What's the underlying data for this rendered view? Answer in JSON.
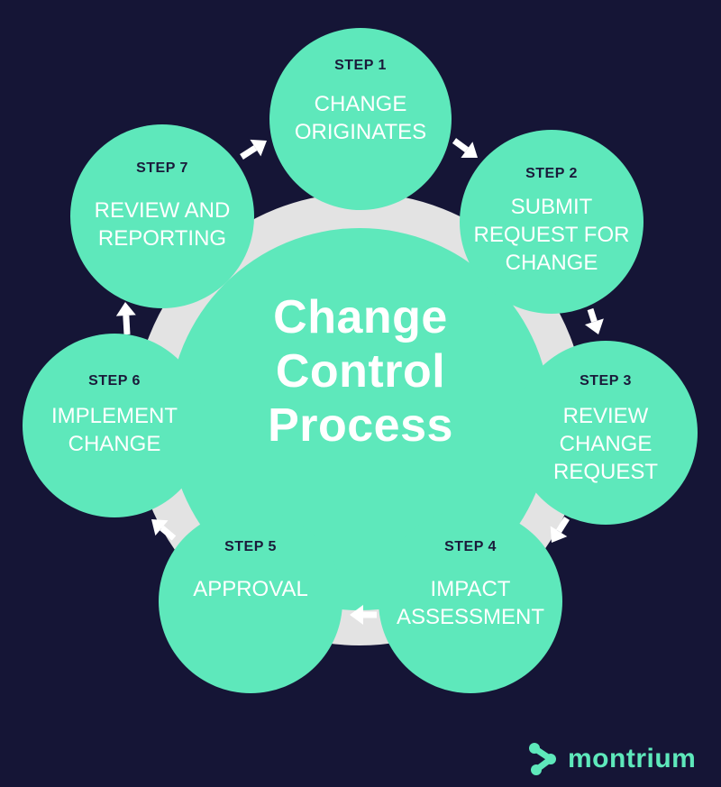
{
  "colors": {
    "background": "#151536",
    "circle": "#5ee8bb",
    "ring": "#e3e3e3",
    "arrow": "#ffffff",
    "step_label": "#1a1a3a",
    "text": "#ffffff"
  },
  "diagram": {
    "title": "Change\nControl\nProcess",
    "steps": [
      {
        "label": "STEP 1",
        "title": "CHANGE\nORIGINATES"
      },
      {
        "label": "STEP 2",
        "title": "SUBMIT\nREQUEST FOR\nCHANGE"
      },
      {
        "label": "STEP 3",
        "title": "REVIEW\nCHANGE\nREQUEST"
      },
      {
        "label": "STEP 4",
        "title": "IMPACT\nASSESSMENT"
      },
      {
        "label": "STEP 5",
        "title": "APPROVAL"
      },
      {
        "label": "STEP 6",
        "title": "IMPLEMENT\nCHANGE"
      },
      {
        "label": "STEP 7",
        "title": "REVIEW AND\nREPORTING"
      }
    ]
  },
  "brand": {
    "name": "montrium",
    "logo_icon": "montrium-logo-icon"
  }
}
